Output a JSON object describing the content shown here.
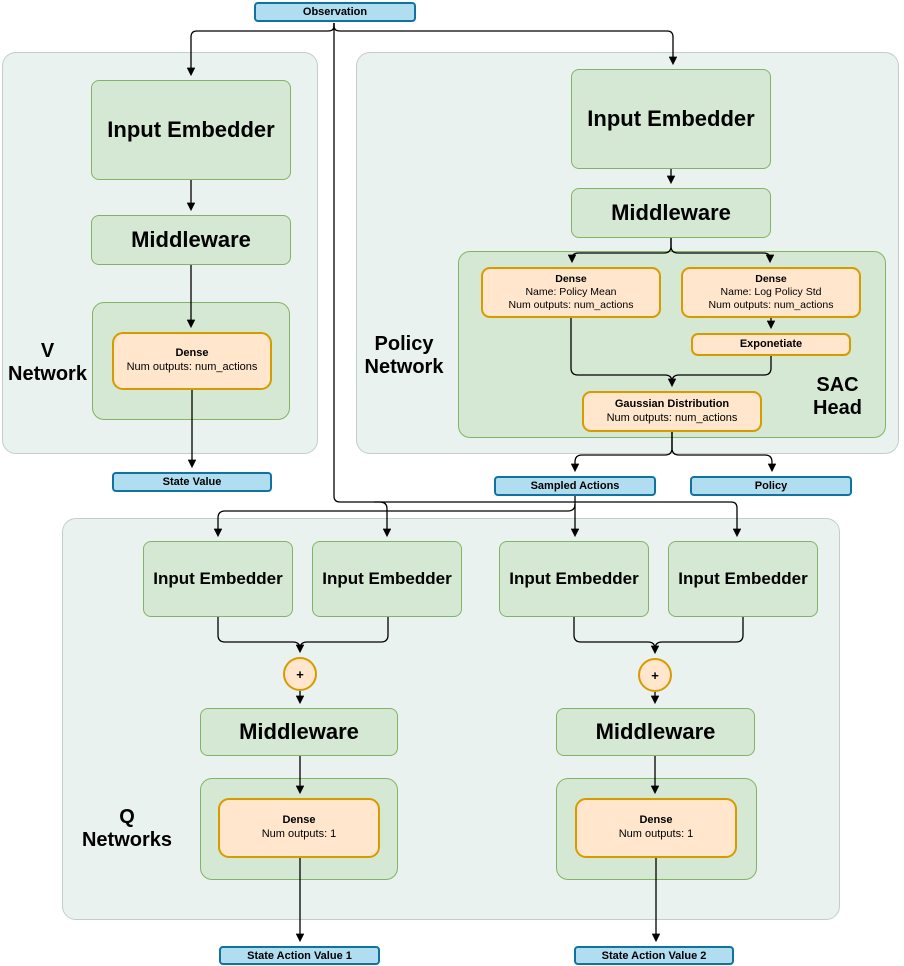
{
  "diagram": {
    "observation": "Observation",
    "v": {
      "label1": "V",
      "label2": "Network",
      "input_embedder": "Input Embedder",
      "middleware": "Middleware",
      "dense": {
        "title": "Dense",
        "outputs": "Num outputs: num_actions"
      },
      "output": "State Value"
    },
    "p": {
      "label1": "Policy",
      "label2": "Network",
      "input_embedder": "Input Embedder",
      "middleware": "Middleware",
      "sac": {
        "label1": "SAC",
        "label2": "Head",
        "mean": {
          "title": "Dense",
          "name": "Name: Policy Mean",
          "outputs": "Num outputs: num_actions"
        },
        "std": {
          "title": "Dense",
          "name": "Name: Log Policy Std",
          "outputs": "Num outputs: num_actions"
        },
        "exponentiate": "Exponetiate",
        "gaussian": {
          "title": "Gaussian Distribution",
          "outputs": "Num outputs: num_actions"
        }
      },
      "sampled_actions": "Sampled Actions",
      "policy_out": "Policy"
    },
    "q": {
      "label1": "Q",
      "label2": "Networks",
      "input_embedder": "Input Embedder",
      "plus": "+",
      "middleware": "Middleware",
      "dense": {
        "title": "Dense",
        "outputs": "Num outputs: 1"
      },
      "output1": "State Action Value 1",
      "output2": "State Action Value 2"
    },
    "colors": {
      "blue_fill": "#b1ddf0",
      "blue_border": "#10739e",
      "green_fill": "#d5e8d4",
      "green_border": "#82b366",
      "orange_fill": "#ffe6cc",
      "orange_border": "#d79b00",
      "container_fill": "#eaf2f0",
      "container_border": "#c3cecb",
      "line": "#000000"
    }
  }
}
